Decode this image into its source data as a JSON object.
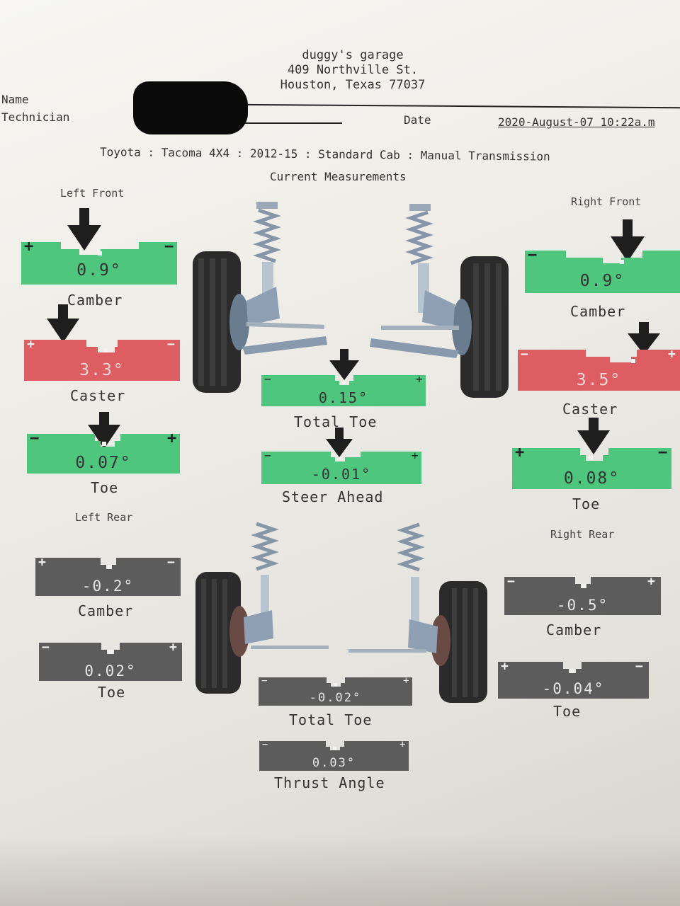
{
  "shop": {
    "name": "duggy's garage",
    "street": "409 Northville St.",
    "city": "Houston, Texas 77037"
  },
  "labels": {
    "name": "Name",
    "technician": "Technician",
    "date": "Date"
  },
  "date_value": "2020-August-07 10:22a.m",
  "vehicle": "Toyota : Tacoma 4X4 : 2012-15 : Standard Cab : Manual Transmission",
  "section_title": "Current Measurements",
  "colors": {
    "in_spec": "#4fc67d",
    "out_of_spec": "#dd5d63",
    "no_spec": "#5c5c5c"
  },
  "front": {
    "left_title": "Left Front",
    "right_title": "Right Front",
    "left": {
      "camber": {
        "value": "0.9°",
        "label": "Camber"
      },
      "caster": {
        "value": "3.3°",
        "label": "Caster"
      },
      "toe": {
        "value": "0.07°",
        "label": "Toe"
      }
    },
    "right": {
      "camber": {
        "value": "0.9°",
        "label": "Camber"
      },
      "caster": {
        "value": "3.5°",
        "label": "Caster"
      },
      "toe": {
        "value": "0.08°",
        "label": "Toe"
      }
    },
    "total_toe": {
      "value": "0.15°",
      "label": "Total Toe"
    },
    "steer_ahead": {
      "value": "-0.01°",
      "label": "Steer Ahead"
    }
  },
  "rear": {
    "left_title": "Left Rear",
    "right_title": "Right Rear",
    "left": {
      "camber": {
        "value": "-0.2°",
        "label": "Camber"
      },
      "toe": {
        "value": "0.02°",
        "label": "Toe"
      }
    },
    "right": {
      "camber": {
        "value": "-0.5°",
        "label": "Camber"
      },
      "toe": {
        "value": "-0.04°",
        "label": "Toe"
      }
    },
    "total_toe": {
      "value": "-0.02°",
      "label": "Total Toe"
    },
    "thrust_angle": {
      "value": "0.03°",
      "label": "Thrust Angle"
    }
  },
  "icons": {
    "pointer": "arrow-down-icon",
    "plus": "plus-icon",
    "minus": "minus-icon"
  }
}
